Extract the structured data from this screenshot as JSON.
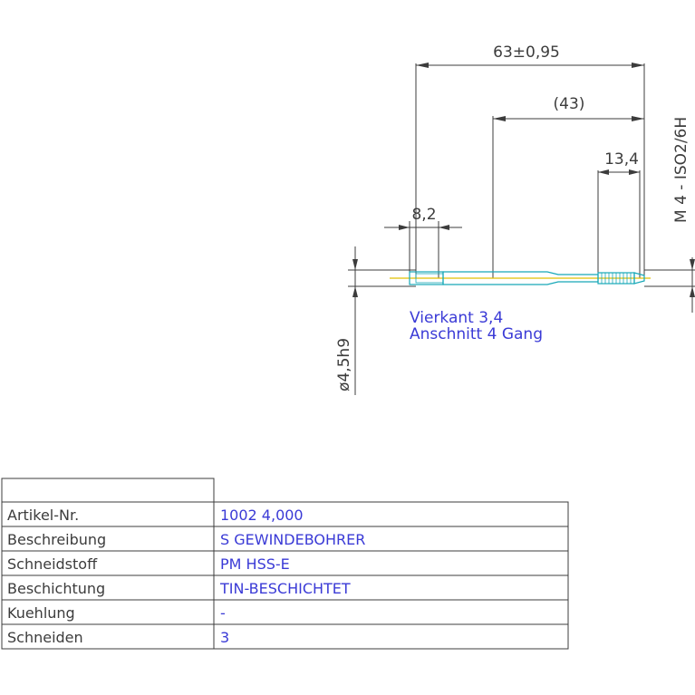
{
  "drawing": {
    "dimensions": {
      "overall_length": "63±0,95",
      "flute_ref": "(43)",
      "thread_length": "13,4",
      "square_length": "8,2",
      "shank_diameter": "ø4,5h9",
      "thread_spec": "M 4 - ISO2/6H"
    },
    "notes": {
      "square": "Vierkant 3,4",
      "chamfer": "Anschnitt 4 Gang"
    },
    "colors": {
      "line": "#3c3c3c",
      "note_text": "#3a3ad6",
      "tool_outline": "#17a8b8",
      "center_line": "#e0c000",
      "value_text": "#3a3ad6"
    }
  },
  "table": {
    "rows": [
      {
        "label": "Artikel-Nr.",
        "value": "1002 4,000"
      },
      {
        "label": "Beschreibung",
        "value": "S GEWINDEBOHRER"
      },
      {
        "label": "Schneidstoff",
        "value": "PM HSS-E"
      },
      {
        "label": "Beschichtung",
        "value": "TIN-BESCHICHTET"
      },
      {
        "label": "Kuehlung",
        "value": "-"
      },
      {
        "label": "Schneiden",
        "value": "3"
      }
    ]
  }
}
